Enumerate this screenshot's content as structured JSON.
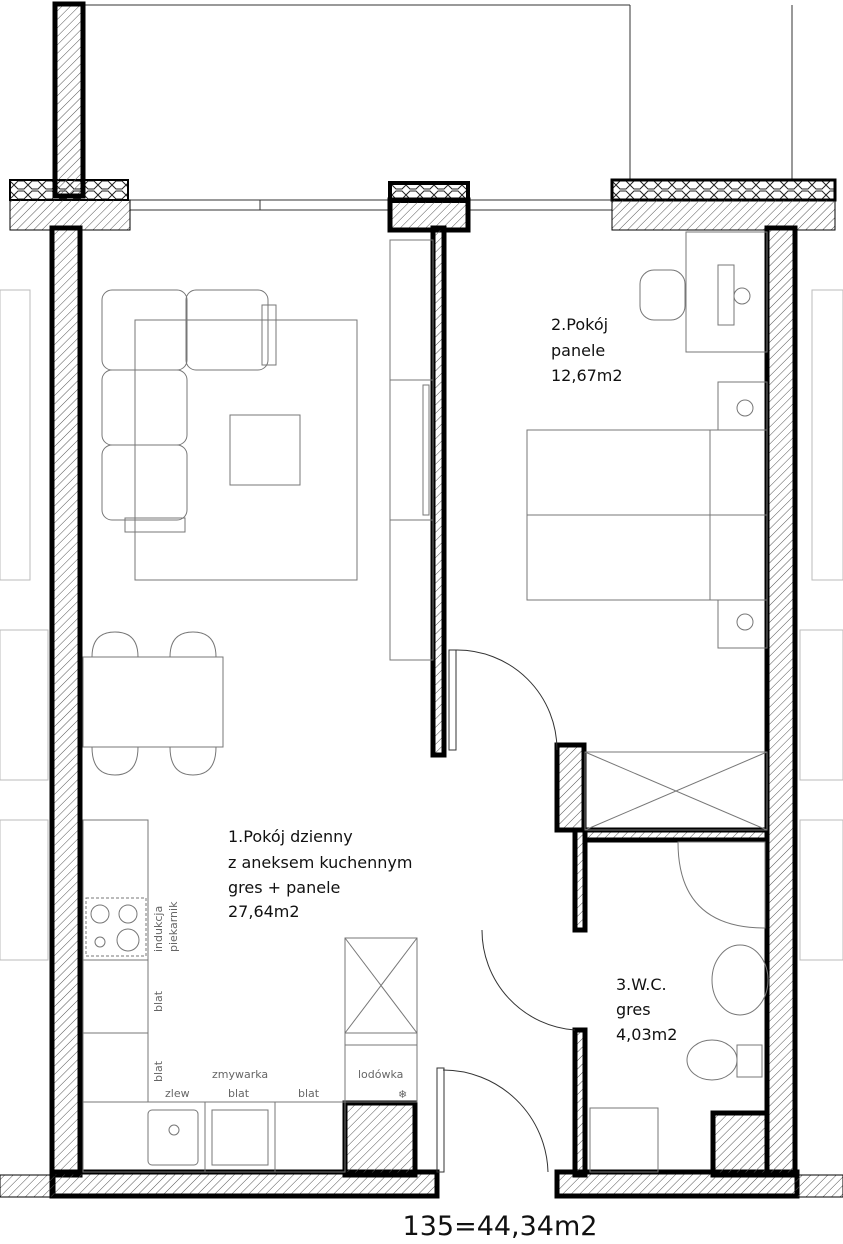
{
  "rooms": [
    {
      "lines": [
        "1.Pokój dzienny",
        "z aneksem kuchennym",
        "gres + panele",
        "27,64m2"
      ]
    },
    {
      "lines": [
        "2.Pokój",
        "panele",
        "12,67m2"
      ]
    },
    {
      "lines": [
        "3.W.C.",
        "gres",
        "4,03m2"
      ]
    }
  ],
  "kitchen_labels": {
    "induction": "indukcja",
    "oven": "piekarnik",
    "counter_1": "blat",
    "counter_2": "blat",
    "dishwasher": "zmywarka",
    "counter_3": "blat",
    "sink": "zlew",
    "counter_4": "blat",
    "fridge": "lodówka"
  },
  "total_area": "135=44,34m2"
}
